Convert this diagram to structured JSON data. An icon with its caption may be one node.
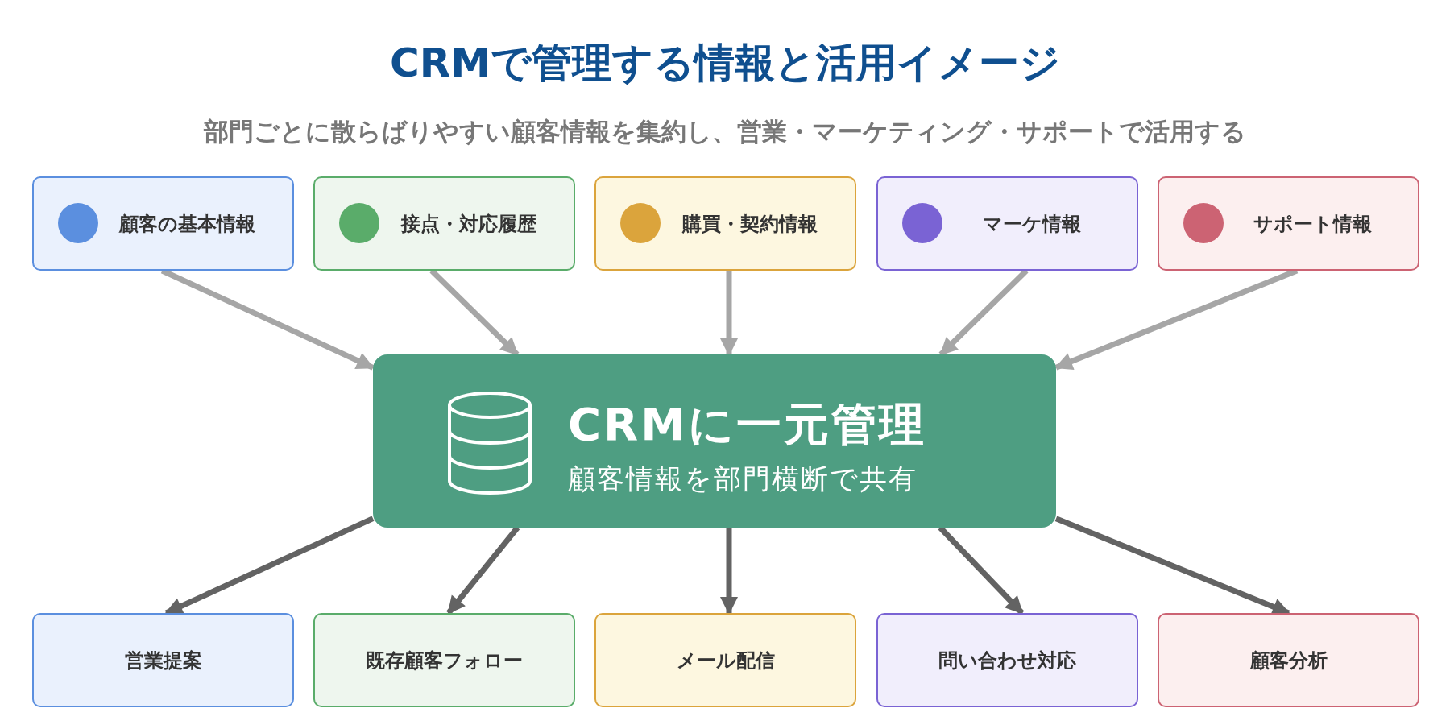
{
  "diagram": {
    "title": "CRMで管理する情報と活用イメージ",
    "caption": "部門ごとに散らばりやすい顧客情報を集約し、営業・マーケティング・サポートで活用する",
    "nodes": [
      {
        "text": [
          "顧客の基本情報"
        ]
      },
      {
        "text": [
          "接点・対応履歴"
        ]
      },
      {
        "text": [
          "購買・契約情報"
        ]
      },
      {
        "text": [
          "マーケ情報"
        ]
      },
      {
        "text": [
          "サポート情報"
        ]
      },
      {
        "text": [
          "CRMに一元管理",
          "顧客情報を部門横断で共有"
        ]
      },
      {
        "text": [
          "営業提案"
        ]
      },
      {
        "text": [
          "既存顧客フォロー"
        ]
      },
      {
        "text": [
          "メール配信"
        ]
      },
      {
        "text": [
          "問い合わせ対応"
        ]
      },
      {
        "text": [
          "顧客分析"
        ]
      }
    ],
    "edges": [
      {
        "from": 0,
        "to": 5,
        "arrow": "to",
        "color": "#a6a6a6"
      },
      {
        "from": 1,
        "to": 5,
        "arrow": "to",
        "color": "#a6a6a6"
      },
      {
        "from": 2,
        "to": 5,
        "arrow": "to",
        "color": "#a6a6a6"
      },
      {
        "from": 3,
        "to": 5,
        "arrow": "to",
        "color": "#a6a6a6"
      },
      {
        "from": 4,
        "to": 5,
        "arrow": "to",
        "color": "#a6a6a6"
      },
      {
        "from": 5,
        "to": 6,
        "arrow": "to",
        "color": "#636363"
      },
      {
        "from": 5,
        "to": 7,
        "arrow": "to",
        "color": "#636363"
      },
      {
        "from": 5,
        "to": 8,
        "arrow": "to",
        "color": "#636363"
      },
      {
        "from": 5,
        "to": 9,
        "arrow": "to",
        "color": "#636363"
      },
      {
        "from": 5,
        "to": 10,
        "arrow": "to",
        "color": "#636363"
      }
    ]
  }
}
